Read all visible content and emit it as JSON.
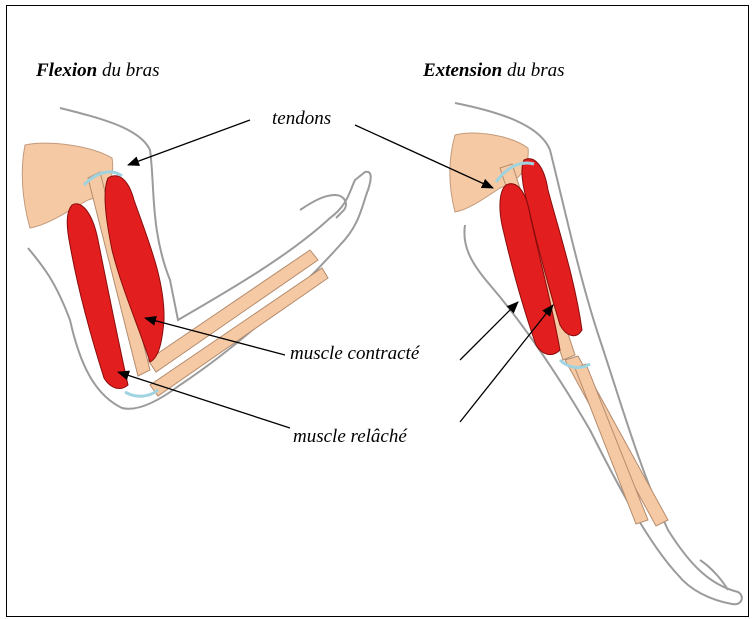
{
  "titles": {
    "flexion_bold": "Flexion",
    "flexion_rest": " du bras",
    "extension_bold": "Extension",
    "extension_rest": " du bras"
  },
  "labels": {
    "tendons": "tendons",
    "contracted": "muscle contracté",
    "relaxed": "muscle relâché"
  },
  "colors": {
    "bone": "#f5c9a3",
    "bone_outline": "#b48c6e",
    "muscle": "#e31e1e",
    "muscle_outline": "#8a0d0d",
    "tendon": "#bfe3ea",
    "outline": "#8c8c8c"
  }
}
